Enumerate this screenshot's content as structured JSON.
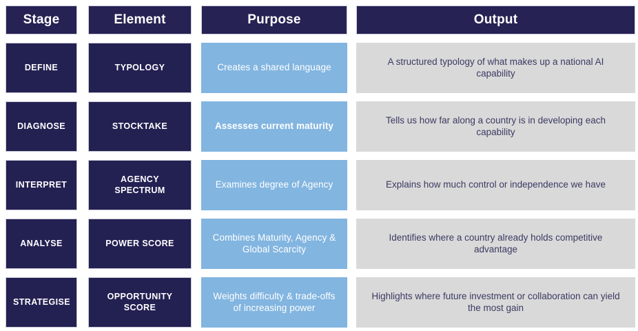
{
  "table": {
    "columns": [
      {
        "key": "stage",
        "label": "Stage"
      },
      {
        "key": "element",
        "label": "Element"
      },
      {
        "key": "purpose",
        "label": "Purpose"
      },
      {
        "key": "output",
        "label": "Output"
      }
    ],
    "rows": [
      {
        "stage": "DEFINE",
        "element": "TYPOLOGY",
        "purpose": "Creates a shared language",
        "purpose_emphasis": false,
        "output": "A structured typology of what makes up a national AI capability"
      },
      {
        "stage": "DIAGNOSE",
        "element": "STOCKTAKE",
        "purpose": "Assesses current maturity",
        "purpose_emphasis": true,
        "output": "Tells us how far along a country is in developing each capability"
      },
      {
        "stage": "INTERPRET",
        "element": "AGENCY SPECTRUM",
        "purpose": "Examines degree of Agency",
        "purpose_emphasis": false,
        "output": "Explains how much control or independence we have"
      },
      {
        "stage": "ANALYSE",
        "element": "POWER SCORE",
        "purpose": "Combines Maturity, Agency & Global Scarcity",
        "purpose_emphasis": false,
        "output": "Identifies where a country already holds competitive advantage"
      },
      {
        "stage": "STRATEGISE",
        "element": "OPPORTUNITY SCORE",
        "purpose": "Weights difficulty & trade-offs of increasing power",
        "purpose_emphasis": false,
        "output": "Highlights where future investment or collaboration can yield the most gain"
      }
    ]
  },
  "colors": {
    "navy": "#232052",
    "header_navy": "#262254",
    "light_blue": "#82b5e0",
    "gray": "#d9d9d9",
    "output_text": "#3b3a63",
    "background": "#ffffff"
  }
}
